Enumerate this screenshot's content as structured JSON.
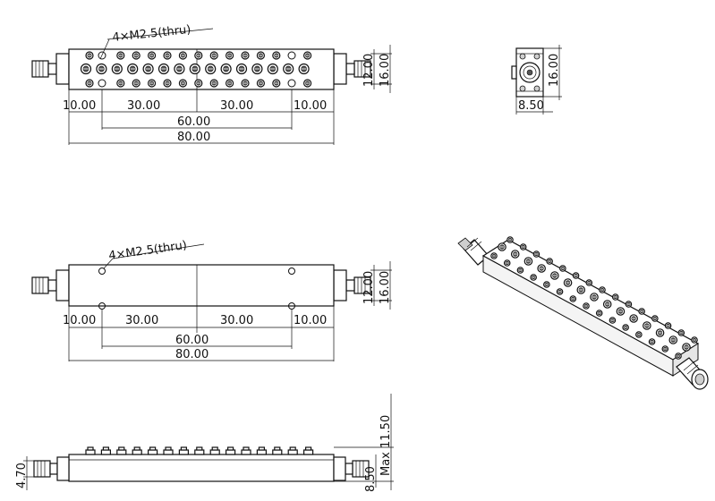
{
  "front_view": {
    "hole_note": "4×M2.5(thru)",
    "dim_left_offset": "10.00",
    "dim_left_half": "30.00",
    "dim_right_half": "30.00",
    "dim_right_offset": "10.00",
    "dim_hole_span": "60.00",
    "dim_total_length": "80.00",
    "dim_inner_height": "12.00",
    "dim_height": "16.00"
  },
  "end_view": {
    "dim_height": "16.00",
    "dim_width": "8.50"
  },
  "bottom_view": {
    "hole_note": "4×M2.5(thru)",
    "dim_left_offset": "10.00",
    "dim_left_half": "30.00",
    "dim_right_half": "30.00",
    "dim_right_offset": "10.00",
    "dim_hole_span": "60.00",
    "dim_total_length": "80.00",
    "dim_inner_height": "12.00",
    "dim_height": "16.00"
  },
  "side_view": {
    "dim_max_height": "Max 11.50",
    "dim_body_height": "8.50",
    "dim_connector_height": "4.70"
  }
}
